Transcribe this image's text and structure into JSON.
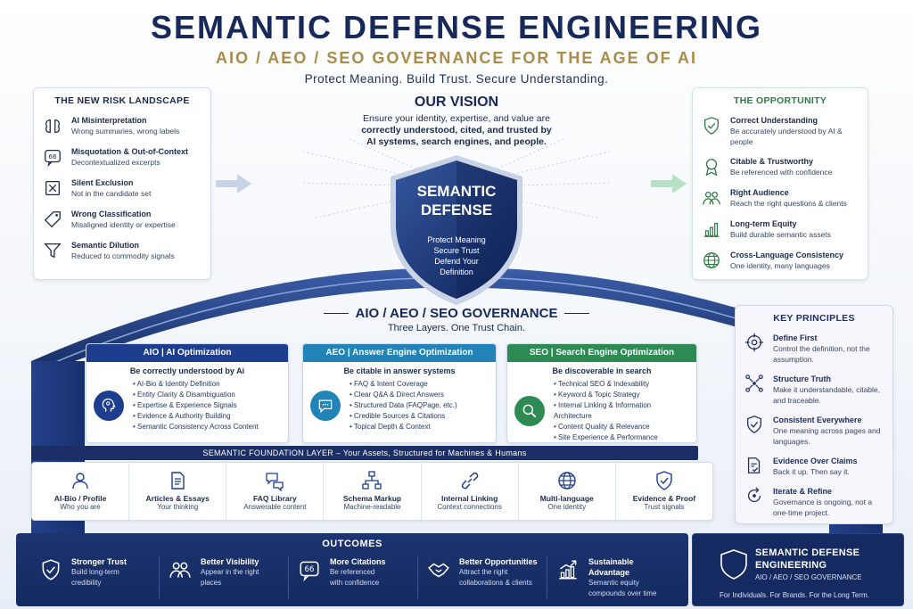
{
  "header": {
    "title": "SEMANTIC DEFENSE ENGINEERING",
    "subtitle": "AIO / AEO / SEO GOVERNANCE FOR THE AGE OF AI",
    "tagline": "Protect Meaning. Build Trust. Secure Understanding."
  },
  "risk": {
    "title": "THE NEW RISK LANDSCAPE",
    "items": [
      {
        "icon": "brain-icon",
        "title": "AI Misinterpretation",
        "desc": "Wrong summaries, wrong labels"
      },
      {
        "icon": "quote-icon",
        "title": "Misquotation & Out-of-Context",
        "desc": "Decontextualized excerpts"
      },
      {
        "icon": "x-box-icon",
        "title": "Silent Exclusion",
        "desc": "Not in the candidate set"
      },
      {
        "icon": "tag-icon",
        "title": "Wrong Classification",
        "desc": "Misaligned identity or expertise"
      },
      {
        "icon": "funnel-icon",
        "title": "Semantic Dilution",
        "desc": "Reduced to commodity signals"
      }
    ]
  },
  "vision": {
    "title": "OUR VISION",
    "line1": "Ensure your identity, expertise, and value are",
    "line2": "correctly understood, cited, and trusted by",
    "line3": "AI systems, search engines, and people."
  },
  "shield": {
    "line1": "SEMANTIC",
    "line2": "DEFENSE",
    "sub1": "Protect Meaning",
    "sub2": "Secure Trust",
    "sub3": "Defend Your",
    "sub4": "Definition"
  },
  "opportunity": {
    "title": "THE OPPORTUNITY",
    "items": [
      {
        "icon": "shield-check-icon",
        "title": "Correct Understanding",
        "desc": "Be accurately understood by AI & people"
      },
      {
        "icon": "badge-icon",
        "title": "Citable & Trustworthy",
        "desc": "Be referenced with confidence"
      },
      {
        "icon": "people-icon",
        "title": "Right Audience",
        "desc": "Reach the right questions & clients"
      },
      {
        "icon": "bar-chart-icon",
        "title": "Long-term Equity",
        "desc": "Build durable semantic assets"
      },
      {
        "icon": "globe-icon",
        "title": "Cross-Language Consistency",
        "desc": "One identity, many languages"
      }
    ]
  },
  "governance": {
    "title": "AIO / AEO / SEO GOVERNANCE",
    "sub": "Three Layers. One Trust Chain."
  },
  "layers": [
    {
      "head": "AIO | AI Optimization",
      "color": "#1d3d8f",
      "icon": "ai-head-icon",
      "sub": "Be correctly understood by Ai",
      "bullets": [
        "AI-Bio & Identity Definition",
        "Entity Clarity & Disambiguation",
        "Expertise & Experience Signals",
        "Evidence & Authority Building",
        "Semantic Consistency Across Content"
      ]
    },
    {
      "head": "AEO | Answer Engine Optimization",
      "color": "#2183b8",
      "icon": "chat-icon",
      "sub": "Be citable in answer systems",
      "bullets": [
        "FAQ & Intent Coverage",
        "Clear Q&A & Direct Answers",
        "Structured Data (FAQPage, etc.)",
        "Credible Sources & Citations",
        "Topical Depth & Context"
      ]
    },
    {
      "head": "SEO | Search Engine Optimization",
      "color": "#2c8a52",
      "icon": "magnifier-icon",
      "sub": "Be discoverable in search",
      "bullets": [
        "Technical SEO & Indexability",
        "Keyword & Topic Strategy",
        "Internal Linking & Information Architecture",
        "Content Quality & Relevance",
        "Site Experience & Performance"
      ]
    }
  ],
  "foundation": {
    "bar": "SEMANTIC FOUNDATION LAYER – Your Assets, Structured for Machines & Humans",
    "assets": [
      {
        "icon": "person-icon",
        "title": "AI-Bio / Profile",
        "desc": "Who you are"
      },
      {
        "icon": "document-icon",
        "title": "Articles & Essays",
        "desc": "Your thinking"
      },
      {
        "icon": "faq-bubble-icon",
        "title": "FAQ Library",
        "desc": "Answerable content"
      },
      {
        "icon": "hierarchy-icon",
        "title": "Schema Markup",
        "desc": "Machine-readable"
      },
      {
        "icon": "link-icon",
        "title": "Internal Linking",
        "desc": "Context connections"
      },
      {
        "icon": "globe-icon",
        "title": "Multi-language",
        "desc": "One identity"
      },
      {
        "icon": "shield-check-icon",
        "title": "Evidence & Proof",
        "desc": "Trust signals"
      }
    ]
  },
  "principles": {
    "title": "KEY PRINCIPLES",
    "items": [
      {
        "icon": "target-icon",
        "title": "Define First",
        "desc": "Control the definition, not the assumption."
      },
      {
        "icon": "network-icon",
        "title": "Structure Truth",
        "desc": "Make it understandable, citable, and traceable."
      },
      {
        "icon": "shield-check-icon",
        "title": "Consistent Everywhere",
        "desc": "One meaning across pages and languages."
      },
      {
        "icon": "document-check-icon",
        "title": "Evidence Over Claims",
        "desc": "Back it up. Then say it."
      },
      {
        "icon": "refresh-icon",
        "title": "Iterate & Refine",
        "desc": "Governance is ongoing, not a one-time project."
      }
    ]
  },
  "outcomes": {
    "title": "OUTCOMES",
    "items": [
      {
        "icon": "shield-check-icon",
        "title": "Stronger Trust",
        "desc1": "Build long-term",
        "desc2": "credibility"
      },
      {
        "icon": "people-icon",
        "title": "Better Visibility",
        "desc1": "Appear in the right",
        "desc2": "places"
      },
      {
        "icon": "quote-icon",
        "title": "More Citations",
        "desc1": "Be referenced",
        "desc2": "with confidence"
      },
      {
        "icon": "handshake-icon",
        "title": "Better Opportunities",
        "desc1": "Attract the right",
        "desc2": "collaborations & clients"
      },
      {
        "icon": "growth-chart-icon",
        "title": "Sustainable Advantage",
        "desc1": "Semantic equity",
        "desc2": "compounds over time"
      }
    ]
  },
  "brand": {
    "line1": "SEMANTIC DEFENSE",
    "line2": "ENGINEERING",
    "line3": "AIO / AEO / SEO GOVERNANCE",
    "line4": "For Individuals. For Brands. For the Long Term."
  }
}
